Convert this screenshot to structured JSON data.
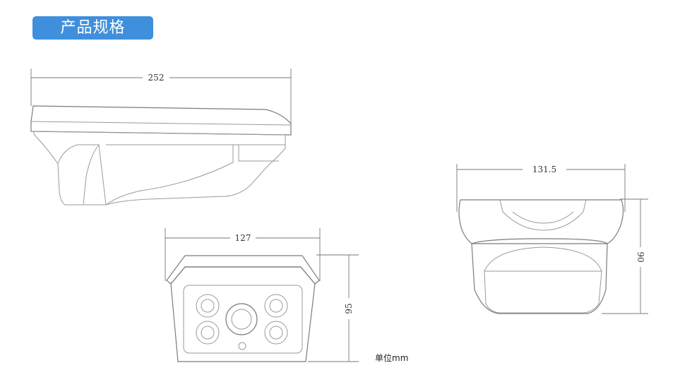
{
  "header": {
    "title": "产品规格"
  },
  "dimensions": {
    "side_length": "252",
    "front_width": "127",
    "front_height": "95",
    "rear_width": "131.5",
    "rear_height": "90"
  },
  "unit_note": "单位mm",
  "colors": {
    "badge": "#3f8fdc",
    "outline": "#9a9a9a"
  }
}
